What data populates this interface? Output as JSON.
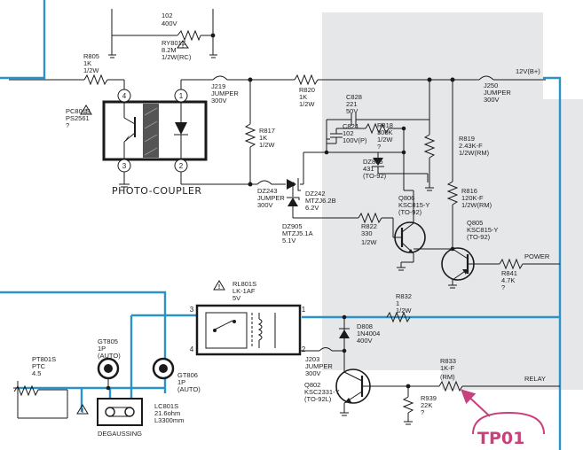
{
  "top": {
    "cap_value": "102",
    "cap_voltage": "400V",
    "ry_ref": "RY801S",
    "ry_value": "8.2M",
    "ry_rating": "1/2W(RC)"
  },
  "r805": {
    "ref": "R805",
    "value": "1K",
    "rating": "1/2W"
  },
  "pc801s": {
    "ref": "PC801S",
    "part": "PS2561",
    "note": "?",
    "label": "PHOTO-COUPLER",
    "pins": [
      "4",
      "1",
      "3",
      "2"
    ]
  },
  "j219": {
    "ref": "J219",
    "type": "JUMPER",
    "value": "300V"
  },
  "r820": {
    "ref": "R820",
    "value": "1K",
    "rating": "1/2W"
  },
  "r817": {
    "ref": "R817",
    "value": "1K",
    "rating": "1/2W"
  },
  "c828": {
    "ref": "C828",
    "value": "221",
    "voltage": "50V"
  },
  "c824": {
    "ref": "C824",
    "value": "102",
    "voltage": "100V(P)"
  },
  "r818": {
    "ref": "R818",
    "value": "300K",
    "rating": "1/2W",
    "note": "?"
  },
  "r819": {
    "ref": "R819",
    "value": "2.43K-F",
    "rating": "1/2W(RM)"
  },
  "dz805": {
    "ref": "DZ805",
    "value": "431",
    "package": "(TO-92)"
  },
  "j250": {
    "ref": "J250",
    "type": "JUMPER",
    "value": "300V"
  },
  "rail_label": "12V(B+)",
  "dz243": {
    "ref": "DZ243",
    "type": "JUMPER",
    "value": "300V"
  },
  "dz242": {
    "ref": "DZ242",
    "value": "MTZJ6.2B",
    "voltage": "6.2V"
  },
  "dz905": {
    "ref": "DZ905",
    "value": "MTZJ5.1A",
    "voltage": "5.1V"
  },
  "q806": {
    "ref": "Q806",
    "part": "KSC815-Y",
    "package": "(TO-92)"
  },
  "r822": {
    "ref": "R822",
    "value": "330",
    "rating": "1/2W"
  },
  "r816": {
    "ref": "R816",
    "value": "120K-F",
    "rating": "1/2W(RM)"
  },
  "q805": {
    "ref": "Q805",
    "part": "KSC815-Y",
    "package": "(TO-92)"
  },
  "r841": {
    "ref": "R841",
    "value": "4.7K",
    "note": "?"
  },
  "power_label": "POWER",
  "rl801s": {
    "ref": "RL801S",
    "part": "LK-1AF",
    "voltage": "5V",
    "pins": [
      "3",
      "4",
      "1",
      "2"
    ]
  },
  "r832": {
    "ref": "R832",
    "value": "1",
    "rating": "1/2W"
  },
  "d808": {
    "ref": "D808",
    "part": "1N4004",
    "voltage": "400V"
  },
  "gt805": {
    "ref": "GT805",
    "value": "1P",
    "note": "(AUTO)"
  },
  "gt806": {
    "ref": "GT806",
    "value": "1P",
    "note": "(AUTO)"
  },
  "pt801s": {
    "ref": "PT801S",
    "type": "PTC",
    "value": "4.5"
  },
  "j203": {
    "ref": "J203",
    "type": "JUMPER",
    "value": "300V"
  },
  "q802": {
    "ref": "Q802",
    "part": "KSC2331-Y",
    "package": "(TO-92L)"
  },
  "lc801s": {
    "ref": "LC801S",
    "value": "21.6ohm",
    "inductance": "L3300mm"
  },
  "degaussing_label": "DEGAUSSING",
  "r833": {
    "ref": "R833",
    "value": "1K-F",
    "rating": "(RM)"
  },
  "r939": {
    "ref": "R939",
    "value": "22K",
    "note": "?"
  },
  "relay_label": "RELAY",
  "test_point": "TP01",
  "warning_mark": "!",
  "colors": {
    "shade": "#e6e7e9",
    "wire": "#1a1a1a",
    "blue_wire": "#2c93c8",
    "test_point": "#c8407e"
  }
}
